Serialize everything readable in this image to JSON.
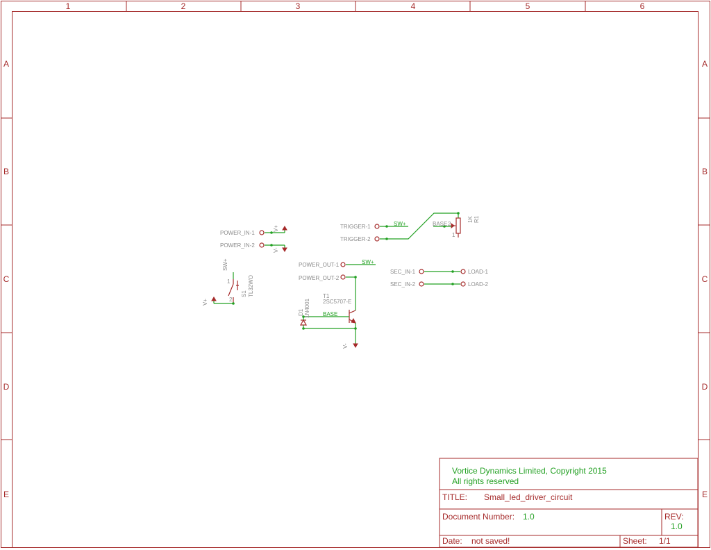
{
  "zones": {
    "columns": [
      "1",
      "2",
      "3",
      "4",
      "5",
      "6"
    ],
    "rows": [
      "A",
      "B",
      "C",
      "D",
      "E"
    ]
  },
  "title_block": {
    "company_line1": "Vortice Dynamics Limited, Copyright 2015",
    "company_line2": "All rights reserved",
    "title_label": "TITLE:",
    "title_value": "Small_led_driver_circuit",
    "docnum_label": "Document Number:",
    "docnum_value": "1.0",
    "rev_label": "REV:",
    "rev_value": "1.0",
    "date_label": "Date:",
    "date_value": "not saved!",
    "sheet_label": "Sheet:",
    "sheet_value": "1/1"
  },
  "pins": {
    "power_in_1": "POWER_IN-1",
    "power_in_2": "POWER_IN-2",
    "trigger_1": "TRIGGER-1",
    "trigger_2": "TRIGGER-2",
    "power_out_1": "POWER_OUT-1",
    "power_out_2": "POWER_OUT-2",
    "sec_in_1": "SEC_IN-1",
    "sec_in_2": "SEC_IN-2",
    "load_1": "LOAD-1",
    "load_2": "LOAD-2"
  },
  "nets": {
    "vplus": "V+",
    "vminus": "V-",
    "sw_plus": "SW+",
    "base": "BASE"
  },
  "parts": {
    "switch_name": "S1",
    "switch_value": "TL32WO",
    "transistor_name": "T1",
    "transistor_value": "2SC5707-E",
    "diode_name": "D1",
    "diode_value": "1N4001",
    "resistor_name": "R1",
    "resistor_value": "1K"
  },
  "pin_numbers": {
    "sw_pin1": "1",
    "sw_pin2": "2",
    "r_pin2": "2",
    "r_pin1": "1"
  },
  "colors": {
    "frame": "#a52a2a",
    "wire": "#22a022",
    "label": "#8a8a8a"
  }
}
